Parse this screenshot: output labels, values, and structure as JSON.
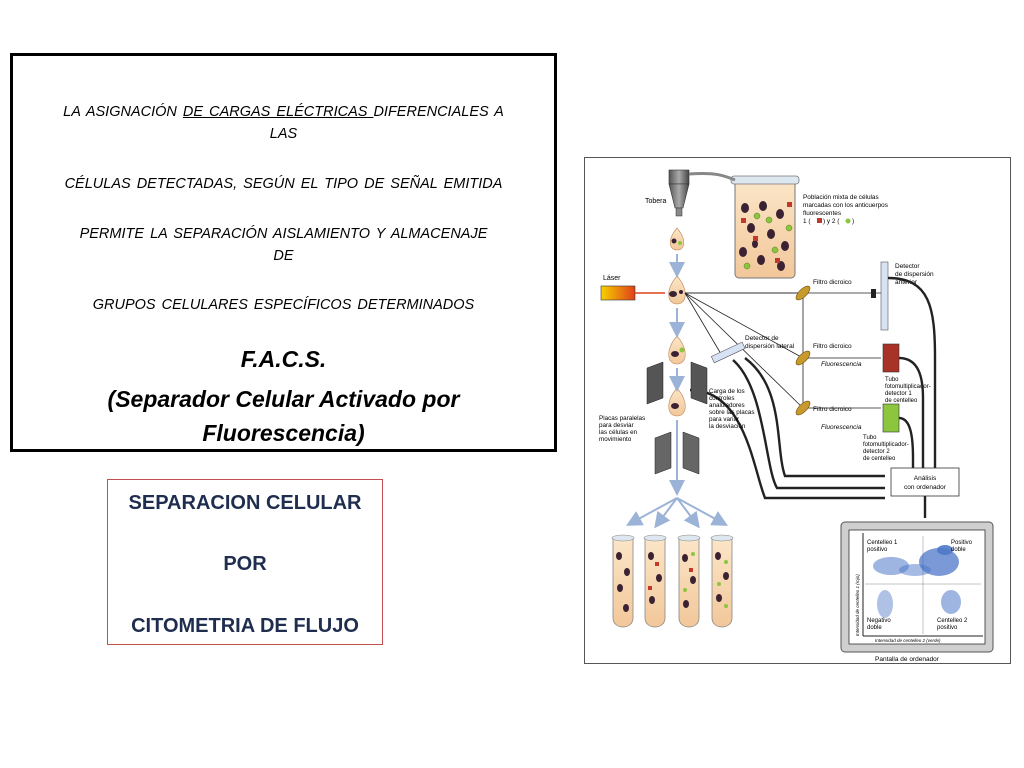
{
  "text_box": {
    "line1_a": "LA  ASIGNACIÓN ",
    "line1_b": "DE  CARGAS  ELÉCTRICAS ",
    "line1_c": "DIFERENCIALES  A",
    "line1_d": "LAS",
    "line2": "CÉLULAS   DETECTADAS,   SEGÚN    EL  TIPO  DE   SEÑAL  EMITIDA",
    "line3_a": "PERMITE   LA   SEPARACIÓN   AISLAMIENTO   Y   ALMACENAJE",
    "line3_b": "DE",
    "line4": "GRUPOS   CELULARES  ESPECÍFICOS   DETERMINADOS",
    "title": "F.A.C.S.",
    "subtitle_1": "(Separador Celular Activado por",
    "subtitle_2": "Fluorescencia)"
  },
  "separation_box": {
    "line1": "SEPARACION  CELULAR",
    "line2": "POR",
    "line3": "CITOMETRIA  DE  FLUJO"
  },
  "diagram": {
    "tobera": "Tobera",
    "poblacion_1": "Población mixta de células",
    "poblacion_2": "marcadas con los anticuerpos",
    "poblacion_3": "fluorescentes",
    "poblacion_4": "1 (",
    "poblacion_5": ") y 2 (",
    "poblacion_6": ")",
    "laser": "Láser",
    "filtro_1": "Filtro dicroico",
    "filtro_2": "Filtro dicroico",
    "filtro_3": "Filtro dicroico",
    "detector_anterior_1": "Detector",
    "detector_anterior_2": "de dispersión",
    "detector_anterior_3": "anterior",
    "detector_lateral_1": "Detector de",
    "detector_lateral_2": "dispersión lateral",
    "fluorescencia_1": "Fluorescencia",
    "fluorescencia_2": "Fluorescencia",
    "tubo1_1": "Tubo",
    "tubo1_2": "fotomultiplicador-",
    "tubo1_3": "detector 1",
    "tubo1_4": "de centelleo",
    "tubo2_1": "Tubo",
    "tubo2_2": "fotomultiplicador-",
    "tubo2_3": "detector 2",
    "tubo2_4": "de centelleo",
    "carga_1": "Carga de los",
    "carga_2": "controles",
    "carga_3": "analizadores",
    "carga_4": "sobre las placas",
    "carga_5": "para variar",
    "carga_6": "la desviación",
    "placas_1": "Placas paralelas",
    "placas_2": "para desviar",
    "placas_3": "las células en",
    "placas_4": "movimiento",
    "analisis_1": "Análisis",
    "analisis_2": "con ordenador",
    "centelleo1_1": "Centelleo 1",
    "centelleo1_2": "positivo",
    "positivo_doble_1": "Positivo",
    "positivo_doble_2": "doble",
    "negativo_doble_1": "Negativo",
    "negativo_doble_2": "doble",
    "centelleo2_1": "Centelleo 2",
    "centelleo2_2": "positivo",
    "y_axis": "Intensidad de centelleo 1 (rojo)",
    "x_axis": "Intensidad de centelleo 2 (verde)",
    "pantalla": "Pantalla de ordenador"
  },
  "colors": {
    "separation_text": "#1f2d4e",
    "separation_border": "#c0504d",
    "cell_dark": "#3b2233",
    "fluor_green": "#8cc63f",
    "fluor_red": "#c0392b",
    "scatter_blue": "#2f5fbf"
  }
}
